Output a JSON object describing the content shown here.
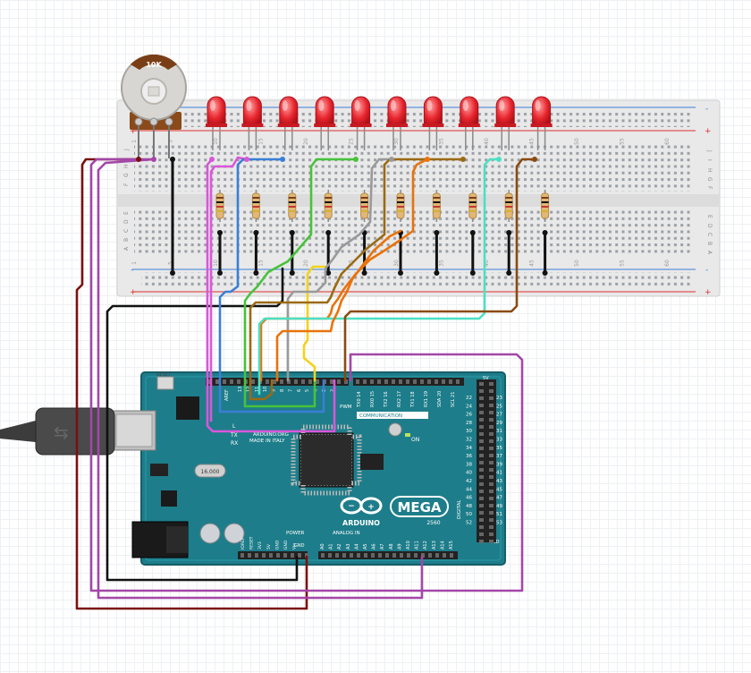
{
  "potentiometer": {
    "label": "10K"
  },
  "breadboard": {
    "row_letters_top": [
      "J",
      "I",
      "H",
      "G",
      "F"
    ],
    "row_letters_bottom": [
      "E",
      "D",
      "C",
      "B",
      "A"
    ],
    "column_numbers": [
      "1",
      "5",
      "10",
      "15",
      "20",
      "25",
      "30",
      "35",
      "40",
      "45",
      "50",
      "55",
      "60"
    ],
    "rail_plus": "+",
    "rail_minus": "-"
  },
  "arduino": {
    "brand_text": "ARDUINO",
    "model_text": "MEGA",
    "model_sub": "2560",
    "website": "ARDUINO.ORG",
    "made_in": "MADE IN ITALY",
    "section_power": "POWER",
    "section_analog": "ANALOG IN",
    "section_pwm": "PWM",
    "section_communication": "COMMUNICATION",
    "section_digital": "DIGITAL",
    "label_reset": "RESET",
    "label_on": "ON",
    "label_tx": "TX",
    "label_rx": "RX",
    "label_l": "L",
    "label_gnd": "GND",
    "label_5v": "5V",
    "label_vin": "Vin",
    "label_aref": "AREF",
    "comm_pins": [
      "TX0 14",
      "RX0 15",
      "TX2 16",
      "RX2 17",
      "TX1 18",
      "RX1 19",
      "SDA 20",
      "SCL 21"
    ],
    "pwm_pins": [
      "13",
      "12",
      "11",
      "10",
      "9",
      "8",
      "7",
      "6",
      "5",
      "4",
      "3",
      "2"
    ],
    "analog_pins": [
      "A0",
      "A1",
      "A2",
      "A3",
      "A4",
      "A5",
      "A6",
      "A7",
      "A8",
      "A9",
      "A10",
      "A11",
      "A12",
      "A13",
      "A14",
      "A15"
    ],
    "digital_pins_left": [
      "22",
      "24",
      "26",
      "28",
      "30",
      "32",
      "34",
      "36",
      "38",
      "40",
      "42",
      "44",
      "46",
      "48",
      "50",
      "52"
    ],
    "digital_pins_right": [
      "23",
      "25",
      "27",
      "29",
      "31",
      "33",
      "35",
      "37",
      "39",
      "41",
      "43",
      "45",
      "47",
      "49",
      "51",
      "53"
    ],
    "power_pins": [
      "IOREF",
      "RESET",
      "3V3",
      "5V",
      "GND",
      "GND",
      "Vin"
    ],
    "crystal_label": "16.000"
  },
  "leds": {
    "count": 10,
    "color": "#e8262f"
  },
  "wire_colors": {
    "darkred": "#7a1010",
    "purple": "#a347a8",
    "black": "#111111",
    "magenta": "#d957d9",
    "blue": "#3a7fd6",
    "green": "#47c23b",
    "yellow": "#f3d21b",
    "gray": "#9a9a9a",
    "brown": "#9a6a14",
    "orange": "#e8730c",
    "cyan": "#4ce0c2",
    "sienna": "#8a4a10"
  }
}
